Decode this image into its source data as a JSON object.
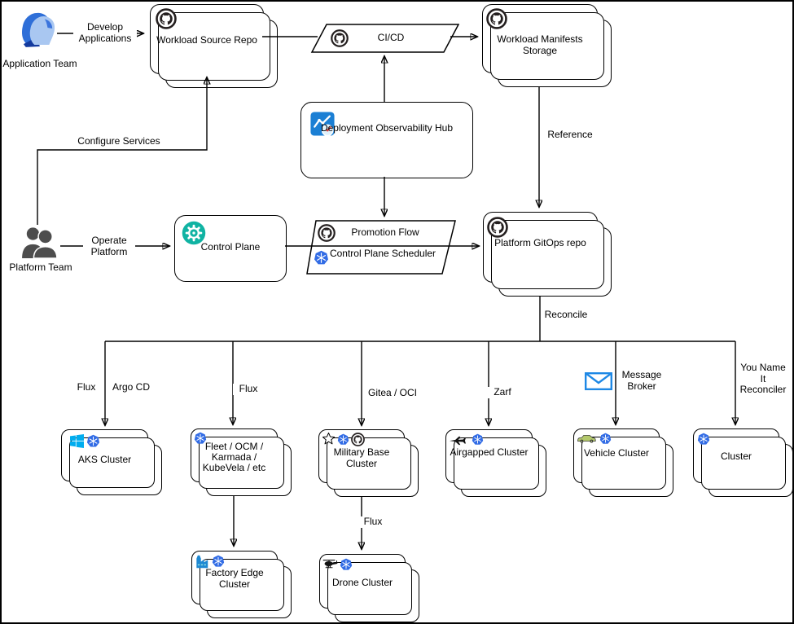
{
  "actors": {
    "application_team": "Application Team",
    "platform_team": "Platform Team"
  },
  "nodes": {
    "workload_source_repo": "Workload Source Repo",
    "ci_cd": "CI/CD",
    "workload_manifests_storage": "Workload Manifests Storage",
    "deployment_observability_hub": "Deployment Observability Hub",
    "control_plane": "Control Plane",
    "promotion_flow": "Promotion Flow",
    "control_plane_scheduler": "Control Plane Scheduler",
    "platform_gitops_repo": "Platform GitOps repo",
    "aks_cluster": "AKS Cluster",
    "fleet_cluster": "Fleet / OCM / Karmada / KubeVela / etc",
    "military_base_cluster": "Military Base Cluster",
    "airgapped_cluster": "Airgapped Cluster",
    "vehicle_cluster": "Vehicle Cluster",
    "generic_cluster": "Cluster",
    "factory_edge_cluster": "Factory Edge Cluster",
    "drone_cluster": "Drone Cluster"
  },
  "edge_labels": {
    "develop_applications": "Develop Applications",
    "configure_services": "Configure Services",
    "operate_platform": "Operate Platform",
    "reference": "Reference",
    "reconcile": "Reconcile",
    "flux_aks": "Flux",
    "argo_cd": "Argo CD",
    "flux_fleet": "Flux",
    "gitea_oci": "Gitea / OCI",
    "zarf": "Zarf",
    "message_broker": "Message Broker",
    "you_name_it_reconciler": "You Name It Reconciler",
    "flux_drone": "Flux"
  },
  "icons": [
    "github-icon",
    "kubernetes-icon",
    "windows-icon",
    "gear-icon",
    "observability-icon",
    "envelope-icon",
    "star-icon",
    "airplane-icon",
    "car-icon",
    "factory-icon",
    "helicopter-icon",
    "application-team-icon",
    "platform-team-icon"
  ],
  "colors": {
    "kubernetes_blue": "#326ce5",
    "windows_blue": "#00adef",
    "control_plane_teal": "#10b3a3",
    "message_broker_blue": "#1e88e5",
    "observability_blue": "#1b7fd4",
    "line_black": "#000000",
    "background": "#ffffff"
  }
}
